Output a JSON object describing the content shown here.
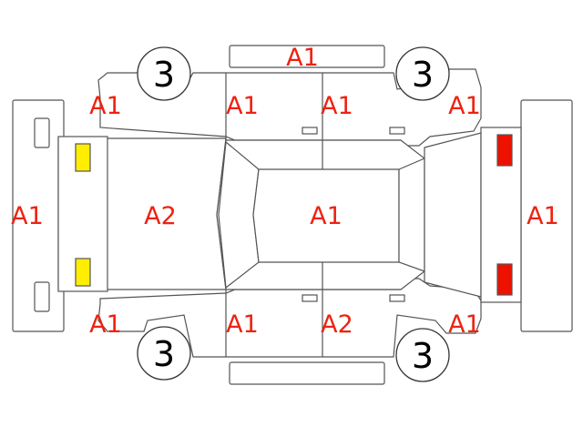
{
  "damage_codes": {
    "roof_top": "A1",
    "front_fender_upper_left": "A1",
    "front_door_upper": "A1",
    "rear_door_upper": "A1",
    "rear_fender_upper": "A1",
    "front_bumper": "A1",
    "hood": "A2",
    "roof_center": "A1",
    "rear_bumper": "A1",
    "front_fender_lower": "A1",
    "front_door_lower": "A1",
    "rear_door_lower": "A2",
    "rear_fender_lower": "A1"
  },
  "wheels": {
    "front_left": "3",
    "rear_left": "3",
    "front_right": "3",
    "rear_right": "3"
  },
  "colors": {
    "headlight": "#ffee00",
    "taillight": "#ee1100",
    "code_text": "#ee2211",
    "outline": "#555555"
  }
}
